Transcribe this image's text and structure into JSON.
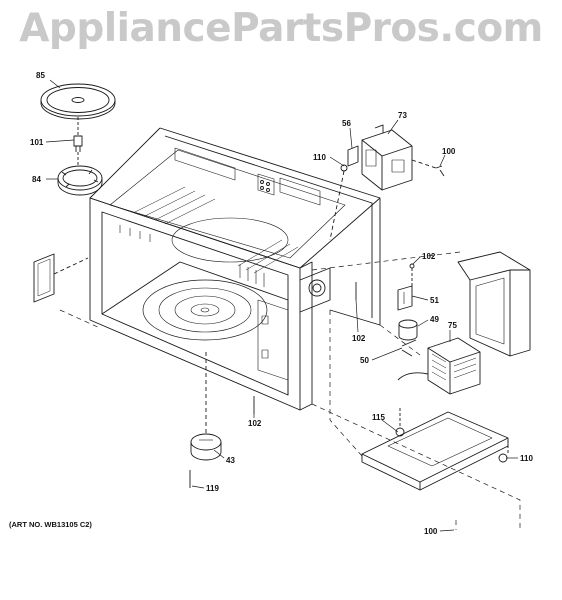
{
  "watermark": "AppliancePartsPros.com",
  "art_number": "(ART NO. WB13105 C2)",
  "callouts": [
    "85",
    "101",
    "84",
    "56",
    "73",
    "110",
    "100",
    "102",
    "51",
    "49",
    "75",
    "50",
    "102",
    "102",
    "115",
    "43",
    "110",
    "119",
    "100"
  ],
  "colors": {
    "line": "#1a1a1a",
    "watermark": "#c9c9c9"
  }
}
